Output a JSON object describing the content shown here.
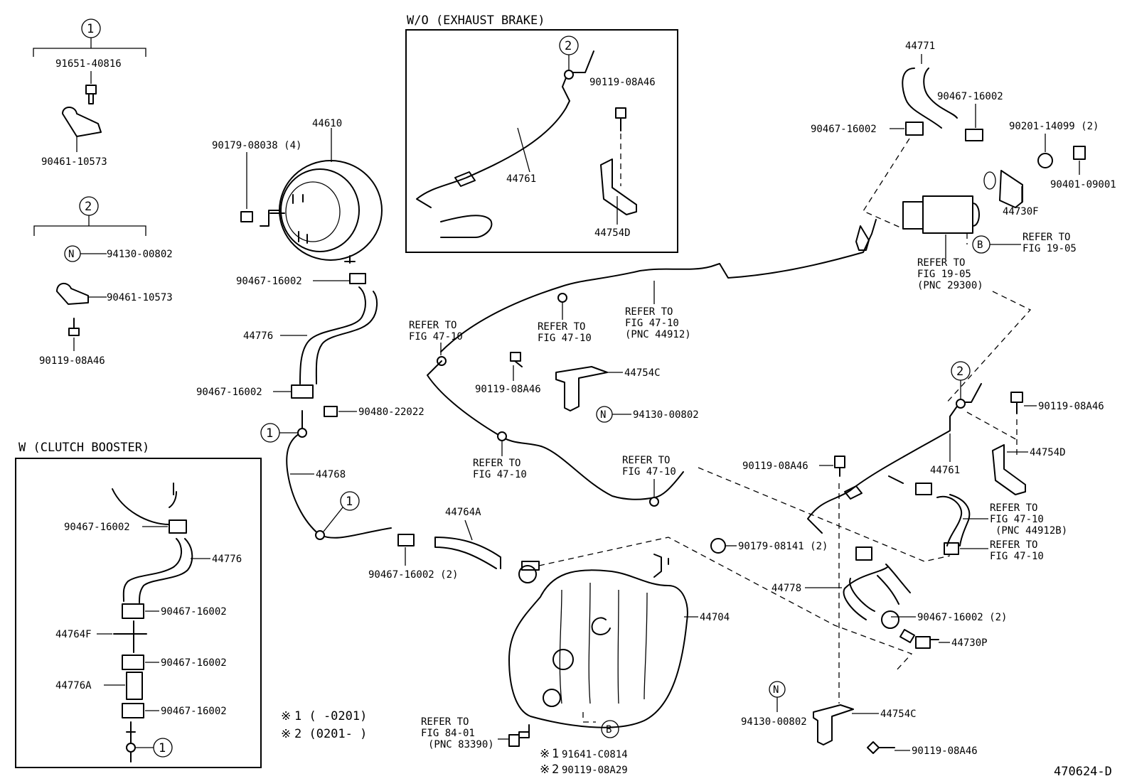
{
  "insets": {
    "exhaust_brake": "W/O (EXHAUST BRAKE)",
    "clutch_booster": "W (CLUTCH BOOSTER)"
  },
  "circled": {
    "one": "1",
    "two": "2",
    "N": "N",
    "B": "B"
  },
  "parts": {
    "p91651_40816": "91651-40816",
    "p90461_10573": "90461-10573",
    "p94130_00802": "94130-00802",
    "p90119_08A46": "90119-08A46",
    "p44610": "44610",
    "p90179_08038": "90179-08038 (4)",
    "p90467_16002": "90467-16002",
    "p90467_16002_2": "90467-16002 (2)",
    "p44776": "44776",
    "p90480_22022": "90480-22022",
    "p44768": "44768",
    "p44761": "44761",
    "p44754D": "44754D",
    "p44754C": "44754C",
    "p44771": "44771",
    "p90201_14099": "90201-14099 (2)",
    "p90401_09001": "90401-09001",
    "p44730F": "44730F",
    "p44764A": "44764A",
    "p44704": "44704",
    "p90179_08141": "90179-08141 (2)",
    "p44778": "44778",
    "p44730P": "44730P",
    "p44764F": "44764F",
    "p44776A": "44776A",
    "p91641_C0814": "91641-C0814",
    "p90119_08A29": "90119-08A29",
    "diagram_id": "470624-D"
  },
  "refs": {
    "refer_to": "REFER TO",
    "fig_19_05": "FIG 19-05",
    "pnc_29300": "(PNC 29300)",
    "fig_47_10": "FIG 47-10",
    "pnc_44912": "(PNC 44912)",
    "pnc_44912B": "(PNC 44912B)",
    "fig_84_01": "FIG 84-01",
    "pnc_83390": "(PNC 83390)"
  },
  "notes": {
    "mark": "※",
    "note1": "1 (     -0201)",
    "note2": "2 (0201-     )",
    "n1": "1",
    "n2": "2"
  }
}
